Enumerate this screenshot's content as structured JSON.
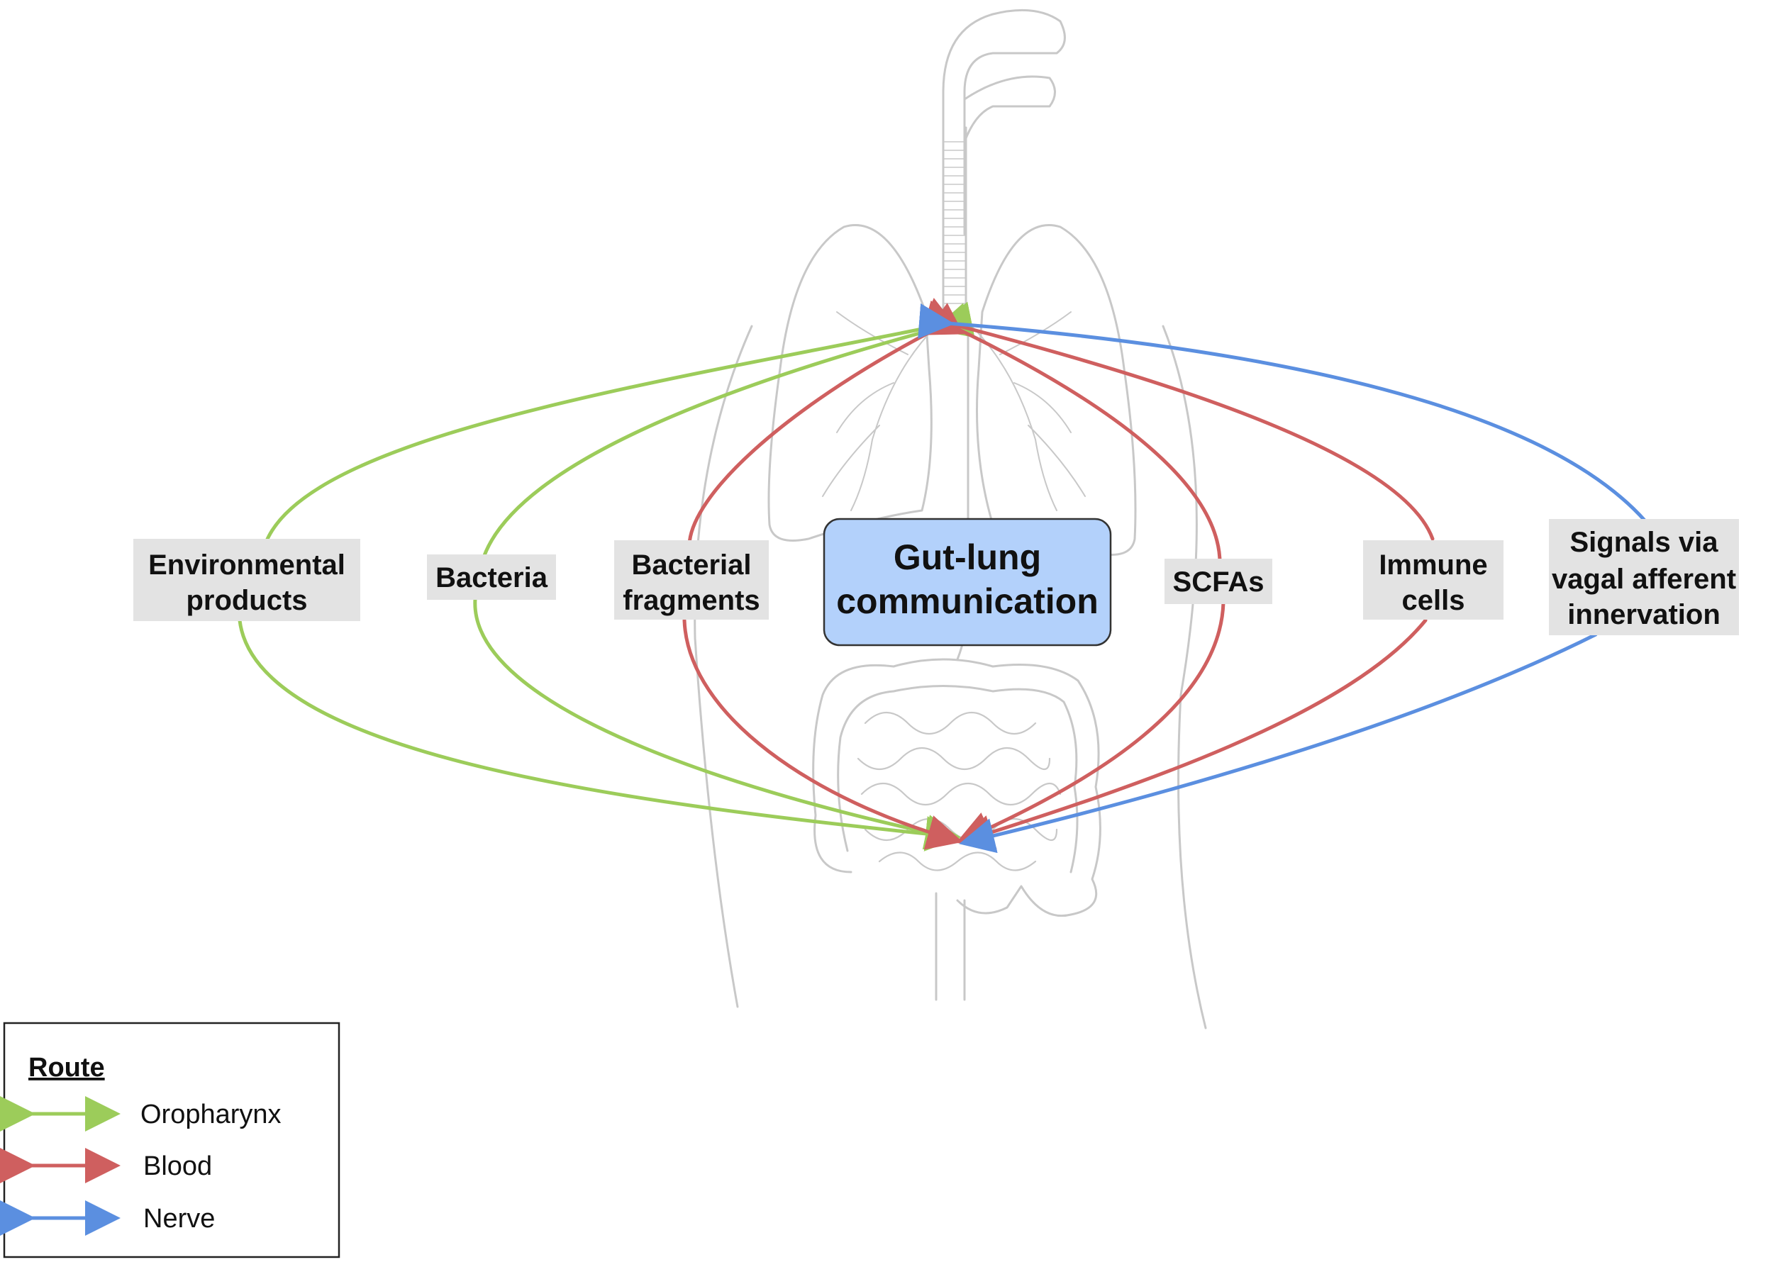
{
  "center": {
    "line1": "Gut-lung",
    "line2": "communication"
  },
  "labels": {
    "environmental": {
      "line1": "Environmental",
      "line2": "products"
    },
    "bacteria": {
      "line1": "Bacteria"
    },
    "fragments": {
      "line1": "Bacterial",
      "line2": "fragments"
    },
    "scfas": {
      "line1": "SCFAs"
    },
    "immune": {
      "line1": "Immune",
      "line2": "cells"
    },
    "vagal": {
      "line1": "Signals via",
      "line2": "vagal afferent",
      "line3": "innervation"
    }
  },
  "legend": {
    "title": "Route",
    "items": [
      {
        "label": "Oropharynx",
        "color": "#9ccc5a"
      },
      {
        "label": "Blood",
        "color": "#cf5f5f"
      },
      {
        "label": "Nerve",
        "color": "#5b8fe0"
      }
    ]
  },
  "colors": {
    "oropharynx": "#9ccc5a",
    "blood": "#cf5f5f",
    "nerve": "#5b8fe0",
    "label_box": "#e3e3e3",
    "center_box": "#b3d1fb",
    "center_border": "#333333",
    "anatomy": "#c8c8c8"
  }
}
